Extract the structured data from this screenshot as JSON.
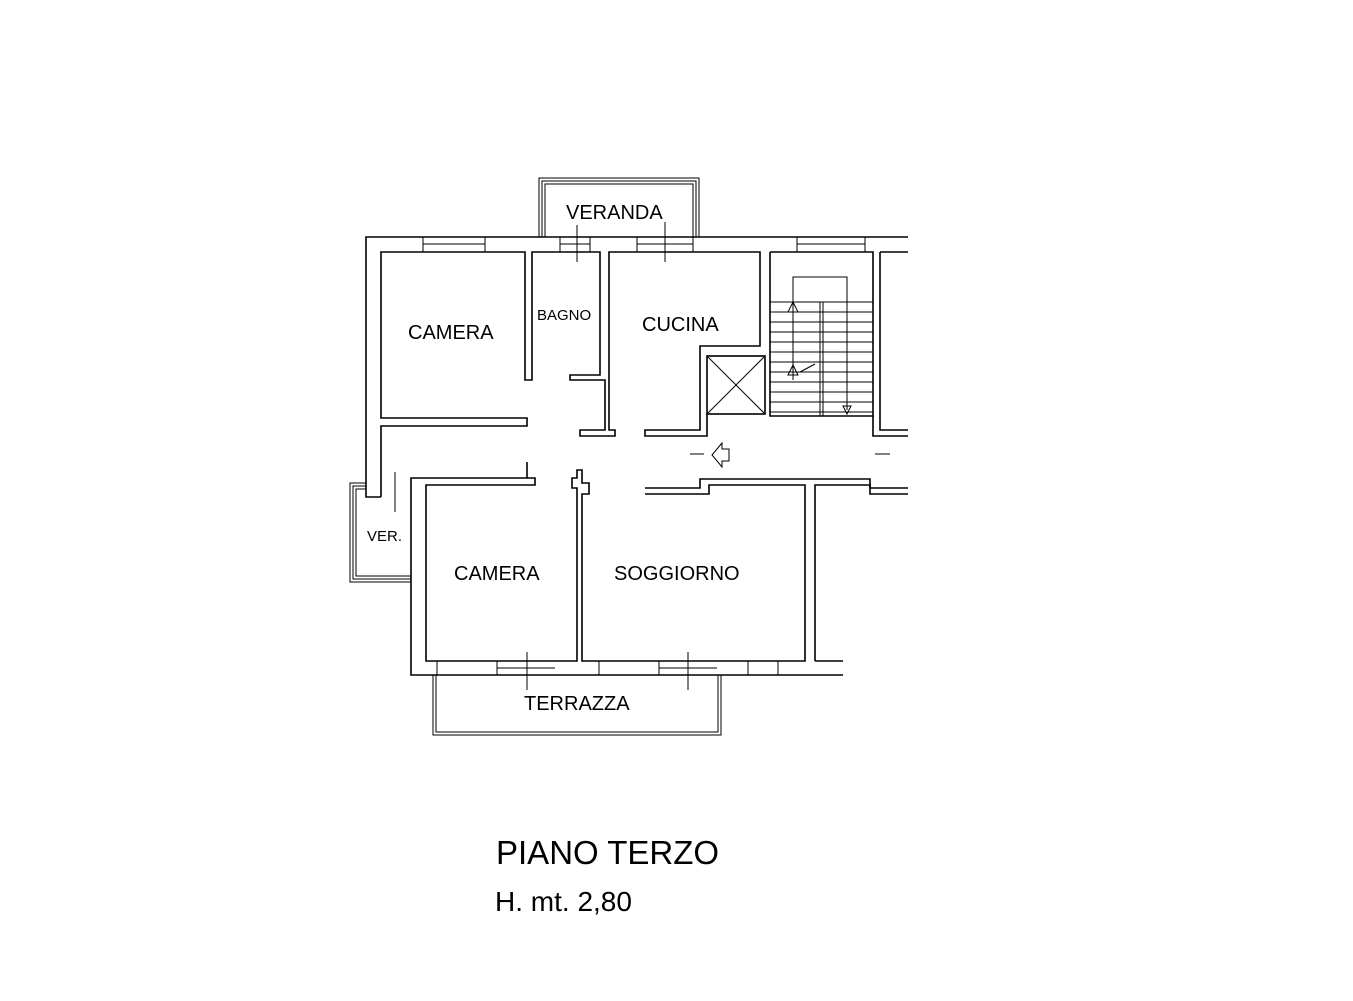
{
  "rooms": {
    "veranda": "VERANDA",
    "camera_1": "CAMERA",
    "bagno": "BAGNO",
    "cucina": "CUCINA",
    "ver": "VER.",
    "camera_2": "CAMERA",
    "soggiorno": "SOGGIORNO",
    "terrazza": "TERRAZZA"
  },
  "title": "PIANO TERZO",
  "height_note": "H. mt. 2,80",
  "colors": {
    "line": "#000000",
    "background": "#ffffff"
  }
}
